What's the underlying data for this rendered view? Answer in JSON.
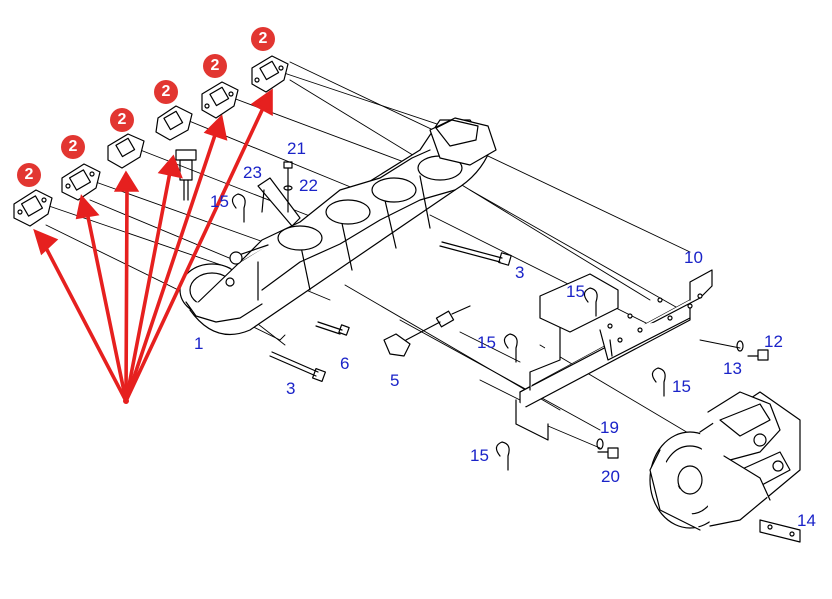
{
  "diagram": {
    "badges": [
      "2",
      "2",
      "2",
      "2",
      "2",
      "2"
    ],
    "callouts": {
      "c1": "1",
      "c3a": "3",
      "c3b": "3",
      "c5": "5",
      "c6": "6",
      "c10": "10",
      "c12": "12",
      "c13": "13",
      "c14": "14",
      "c15a": "15",
      "c15b": "15",
      "c15c": "15",
      "c15d": "15",
      "c15e": "15",
      "c19": "19",
      "c20": "20",
      "c21": "21",
      "c22": "22",
      "c23": "23"
    },
    "colors": {
      "arrow": "#e6201f",
      "badge": "#e23631",
      "callout": "#1a23c8",
      "line": "#000000"
    }
  }
}
